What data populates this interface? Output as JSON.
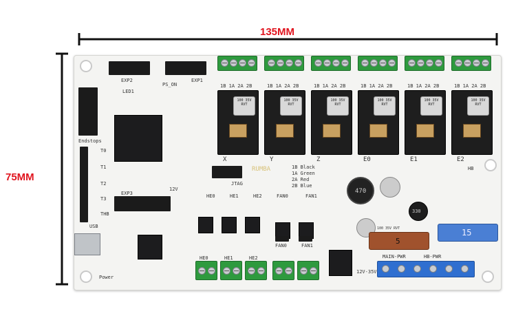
{
  "dimensions": {
    "width_label": "135MM",
    "height_label": "75MM",
    "accent_color": "#e0141e"
  },
  "board": {
    "axis_labels": [
      "X",
      "Y",
      "Z",
      "E0",
      "E1",
      "E2"
    ],
    "coil_label": "1B 1A 2A 2B",
    "wiring_legend": [
      "1B  Black",
      "1A  Green",
      "2A  Red",
      "2B  Blue"
    ],
    "driver_cap_text": "100 35V RVT",
    "silk": {
      "exp2": "EXP2",
      "exp1": "EXP1",
      "exp3": "EXP3",
      "ps_on": "PS_ON",
      "led1": "LED1",
      "endstops": "Endstops",
      "t0": "T0",
      "t1": "T1",
      "t2": "T2",
      "t3": "T3",
      "thb": "THB",
      "usb": "USB",
      "power": "Power",
      "jtag": "JTAG",
      "he0": "HE0",
      "he1": "HE1",
      "he2": "HE2",
      "fan0": "FAN0",
      "fan1": "FAN1",
      "hb": "HB",
      "v12": "12V",
      "main_pwr": "MAIN-PWR",
      "hb_pwr": "HB-PWR",
      "v12_35": "12V-35V",
      "inductor": "470",
      "fuse_small": "5",
      "fuse_large": "15",
      "cap_330": "330",
      "cap_100": "100 35V RVT",
      "brand": "RUMBA"
    }
  }
}
